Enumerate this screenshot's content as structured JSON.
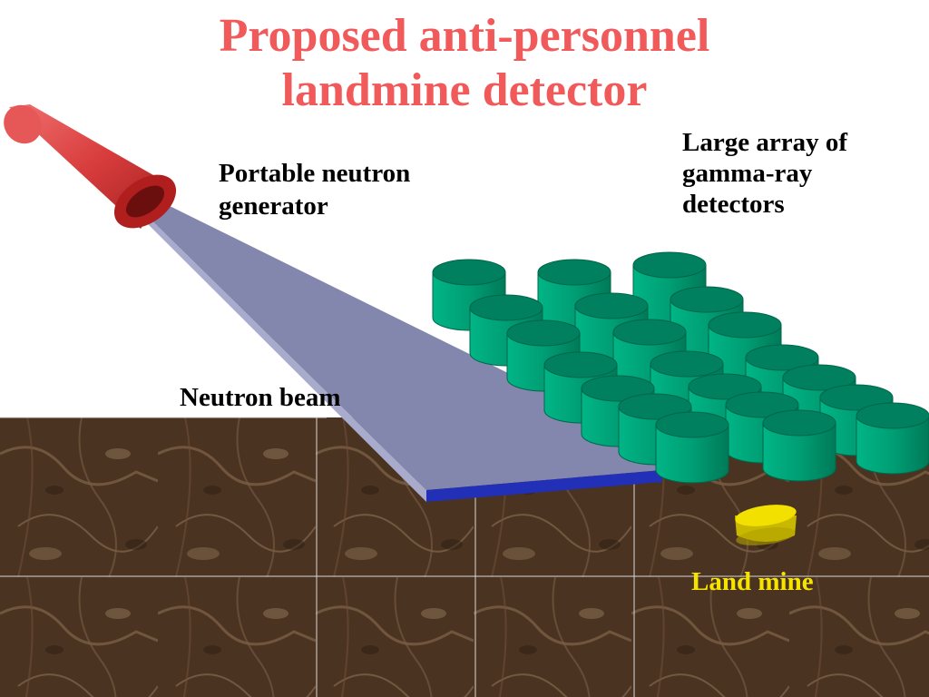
{
  "title": {
    "line1": "Proposed anti-personnel",
    "line2": "landmine detector"
  },
  "labels": {
    "generator_line1": "Portable neutron",
    "generator_line2": "generator",
    "detectors_line1": "Large array of",
    "detectors_line2": "gamma-ray",
    "detectors_line3": "detectors",
    "beam": "Neutron beam",
    "mine": "Land mine"
  },
  "colors": {
    "title": "#f05a5a",
    "generator": "#e04646",
    "beam": "#8487ad",
    "beam_edge": "#2230b8",
    "detector": "#00a77a",
    "detector_top": "#00805e",
    "soil": "#4a3220",
    "mine": "#f2e100",
    "mine_label": "#f5e400"
  }
}
